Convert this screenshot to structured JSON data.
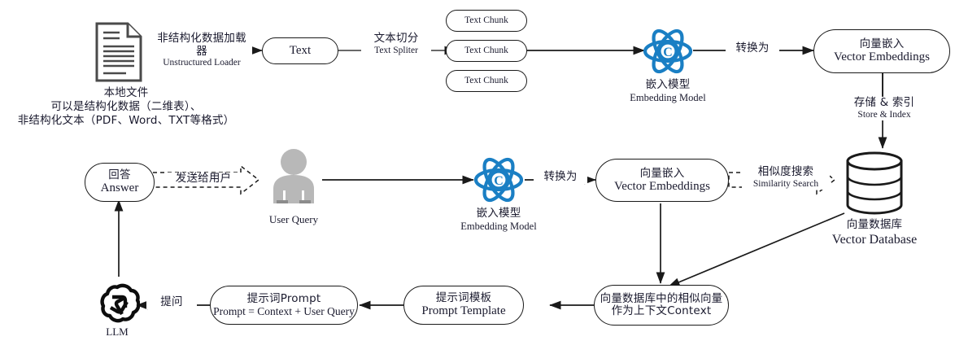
{
  "diagram": {
    "title": "RAG Retrieval Augmented Generation Flow",
    "colors": {
      "line": "#1a1a1a",
      "text": "#1a1a2e",
      "atom_blue": "#1a7fc4",
      "user_gray": "#b3b3b3",
      "doc_gray": "#555555"
    }
  },
  "nodes": {
    "local_file": {
      "caption_line1": "本地文件",
      "caption_line2": "可以是结构化数据（二维表）、",
      "caption_line3": "非结构化文本（PDF、Word、TXT等格式）",
      "icon": "document-icon"
    },
    "text_box": {
      "label": "Text"
    },
    "chunks": [
      {
        "label": "Text Chunk"
      },
      {
        "label": "Text Chunk"
      },
      {
        "label": "Text Chunk"
      }
    ],
    "embedding_model_top": {
      "cn": "嵌入模型",
      "en": "Embedding Model",
      "icon": "atom-model-icon"
    },
    "vector_embeddings_top": {
      "cn": "向量嵌入",
      "en": "Vector Embeddings"
    },
    "vector_database": {
      "cn": "向量数据库",
      "en": "Vector Database",
      "icon": "database-cylinder-icon"
    },
    "answer": {
      "cn": "回答",
      "en": "Answer"
    },
    "user_query": {
      "en": "User Query",
      "icon": "user-icon"
    },
    "embedding_model_mid": {
      "cn": "嵌入模型",
      "en": "Embedding Model",
      "icon": "atom-model-icon"
    },
    "vector_embeddings_mid": {
      "cn": "向量嵌入",
      "en": "Vector Embeddings"
    },
    "similar_vectors": {
      "line1": "向量数据库中的相似向量",
      "line2": "作为上下文Context"
    },
    "prompt_template": {
      "cn": "提示词模板",
      "en": "Prompt Template"
    },
    "prompt": {
      "cn": "提示词Prompt",
      "en": "Prompt = Context + User Query"
    },
    "llm": {
      "label": "LLM",
      "icon": "openai-logo-icon"
    }
  },
  "edges": {
    "unstructured_loader": {
      "cn": "非结构化数据加载器",
      "en": "Unstructured Loader"
    },
    "text_spliter": {
      "cn": "文本切分",
      "en": "Text Spliter"
    },
    "convert_to_top": {
      "cn": "转换为"
    },
    "store_index": {
      "cn": "存储 & 索引",
      "en": "Store & Index"
    },
    "send_to_user": {
      "cn": "发送给用户"
    },
    "convert_to_mid": {
      "cn": "转换为"
    },
    "similarity_search": {
      "cn": "相似度搜索",
      "en": "Similarity Search"
    },
    "ask": {
      "cn": "提问"
    }
  }
}
